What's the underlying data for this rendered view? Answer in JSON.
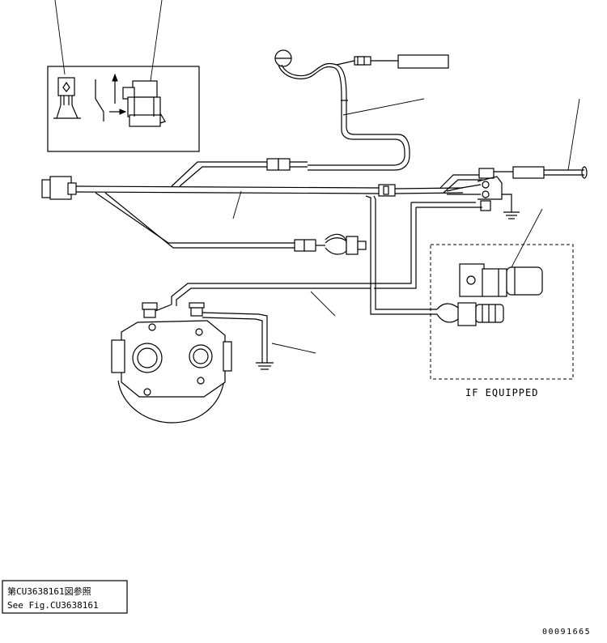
{
  "diagram": {
    "option_label": "IF EQUIPPED",
    "reference_line_jp": "第CU3638161図参照",
    "reference_line_en": "See Fig.CU3638161",
    "drawing_number": "00091665"
  }
}
